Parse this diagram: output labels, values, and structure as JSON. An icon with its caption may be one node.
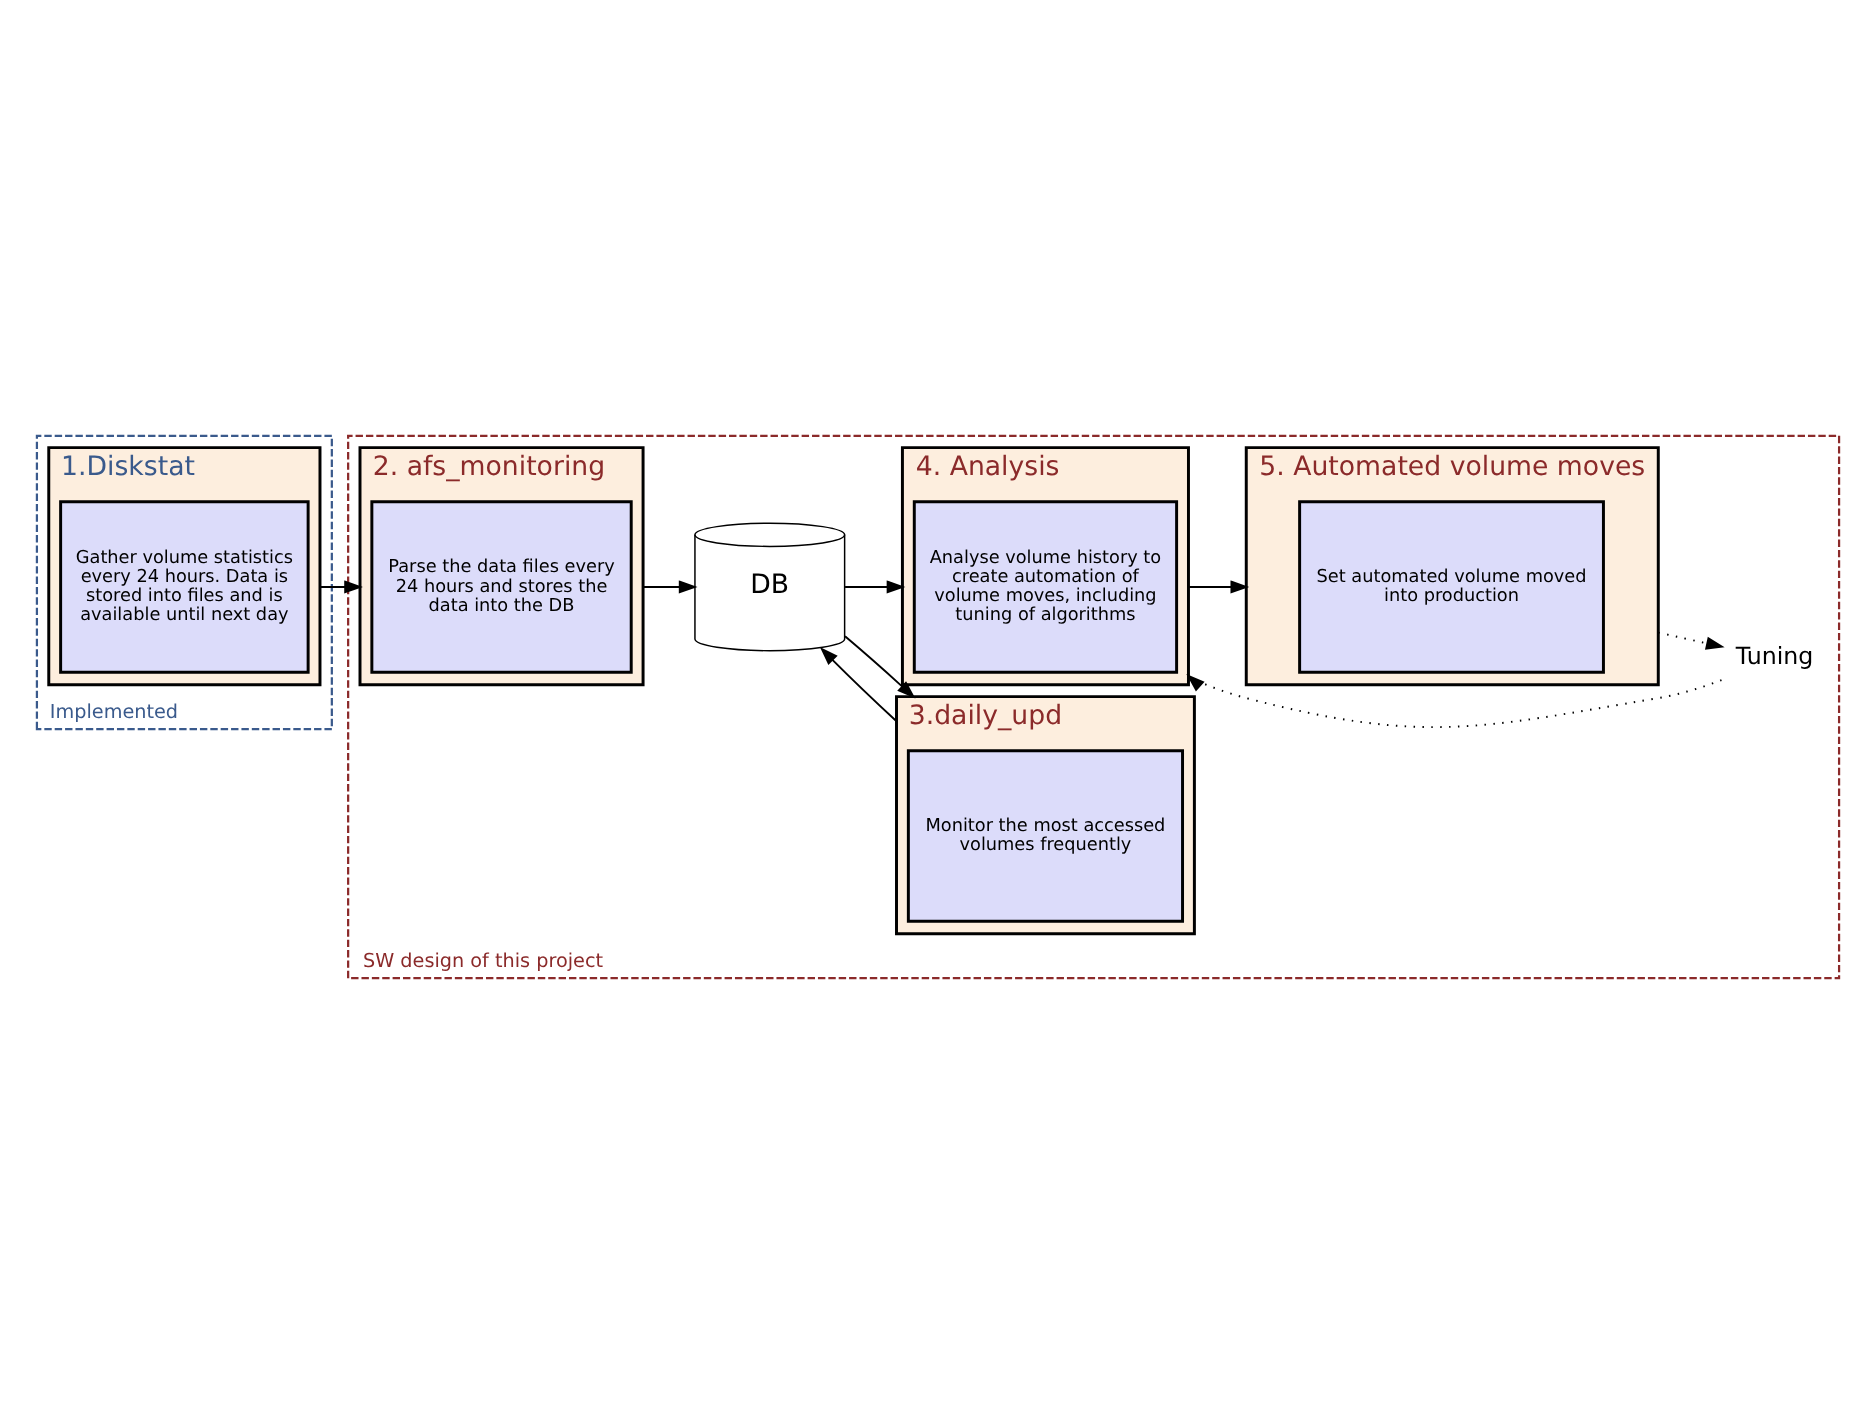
{
  "diagram": {
    "nodes": [
      {
        "text": [
          "Implemented"
        ]
      },
      {
        "text": [
          "1.Diskstat"
        ],
        "in": 0
      },
      {
        "text": [
          "Gather volume statistics every 24 hours. Data is stored into files and is available until next day"
        ],
        "in": 1
      },
      {
        "text": [
          "SW design of this project"
        ]
      },
      {
        "text": [
          "2. afs_monitoring"
        ],
        "in": 3
      },
      {
        "text": [
          "Parse the data files every 24 hours and stores the data into the DB"
        ],
        "in": 4
      },
      {
        "text": [
          "DB"
        ],
        "in": 3
      },
      {
        "text": [
          "3.daily_upd"
        ],
        "in": 3
      },
      {
        "text": [
          "Monitor the most accessed volumes frequently"
        ],
        "in": 7
      },
      {
        "text": [
          "Tuning"
        ],
        "in": 3
      },
      {
        "text": [
          "4. Analysis"
        ],
        "in": 3
      },
      {
        "text": [
          "Analyse volume history to create automation of volume moves, including tuning of algorithms"
        ],
        "in": 10
      },
      {
        "text": [
          "5. Automated volume moves"
        ],
        "in": 3
      },
      {
        "text": [
          "Set automated volume moved into production"
        ],
        "in": 12
      }
    ],
    "edges": [
      {
        "from": 1,
        "to": 4,
        "arrow": "to"
      },
      {
        "from": 4,
        "to": 6,
        "arrow": "to"
      },
      {
        "from": 6,
        "to": 7,
        "arrow": "to"
      },
      {
        "from": 7,
        "to": 6,
        "arrow": "to"
      },
      {
        "from": 6,
        "to": 10,
        "arrow": "to"
      },
      {
        "from": 12,
        "to": 9,
        "arrow": "to",
        "style": "dashed"
      },
      {
        "from": 9,
        "to": 10,
        "arrow": "to",
        "style": "dashed"
      },
      {
        "from": 10,
        "to": 12,
        "arrow": "to"
      }
    ]
  }
}
